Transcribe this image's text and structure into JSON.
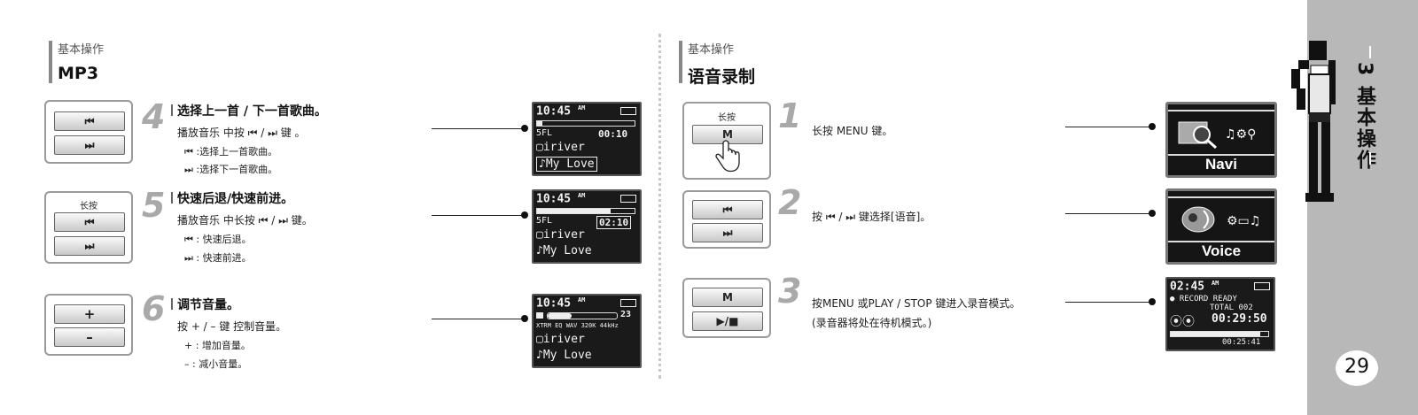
{
  "left": {
    "section_small": "基本操作",
    "section_big": "MP3",
    "steps": [
      {
        "num": "4",
        "title": "选择上一首 / 下一首歌曲。",
        "line": "播放音乐 中按 ⏮ / ⏭ 键 。",
        "subs": [
          "⏮ :选择上一首歌曲。",
          "⏭ :选择下一首歌曲。"
        ],
        "panel_label": "",
        "buttons": [
          "⏮",
          "⏭"
        ],
        "screen": {
          "time": "10:45",
          "ampm": "AM",
          "r2a": "5FL",
          "r2b": "00:10",
          "r3": "iriver",
          "r4": "My Love",
          "progress": 0.05
        }
      },
      {
        "num": "5",
        "title": "快速后退/快速前进。",
        "line": "播放音乐 中长按 ⏮ / ⏭ 键。",
        "subs": [
          "⏮ : 快速后退。",
          "⏭ : 快速前进。"
        ],
        "panel_label": "长按",
        "buttons": [
          "⏮",
          "⏭"
        ],
        "screen": {
          "time": "10:45",
          "ampm": "AM",
          "r2a": "5FL",
          "r2b": "02:10",
          "r3": "iriver",
          "r4": "My Love",
          "progress": 0.75
        }
      },
      {
        "num": "6",
        "title": "调节音量。",
        "line": "按 + / – 键 控制音量。",
        "subs": [
          "+     : 增加音量。",
          "–     : 减小音量。"
        ],
        "panel_label": "",
        "buttons": [
          "+",
          "–"
        ],
        "screen": {
          "time": "10:45",
          "ampm": "AM",
          "vol": "23",
          "r2": "XTRM EQ  WAV 320K 44kHz",
          "r3": "iriver",
          "r4": "My Love",
          "volume": 0.35
        }
      }
    ]
  },
  "right": {
    "section_small": "基本操作",
    "section_big": "语音录制",
    "steps": [
      {
        "num": "1",
        "line1": "长按 MENU 键。",
        "line2": "",
        "panel_label": "长按",
        "buttons": [
          "M"
        ],
        "screen": {
          "label": "Navi"
        }
      },
      {
        "num": "2",
        "line1": "按 ⏮ / ⏭  键选择[语音]。",
        "line2": "",
        "panel_label": "",
        "buttons": [
          "⏮",
          "⏭"
        ],
        "screen": {
          "label": "Voice"
        }
      },
      {
        "num": "3",
        "line1": "按MENU 或PLAY / STOP 键进入录音模式。",
        "line2": "(录音器将处在待机模式。)",
        "panel_label": "",
        "buttons": [
          "M",
          "▶/■"
        ],
        "screen": {
          "time": "02:45",
          "ampm": "AM",
          "r2": "● RECORD READY",
          "r3": "TOTAL 002",
          "r4": "00:29:50",
          "r5": "00:25:41",
          "progress": 0.92
        }
      }
    ]
  },
  "side_tab": {
    "chapter": "3 基本操作"
  },
  "page_number": "29",
  "colors": {
    "accent_gray": "#b8b8b8",
    "lcd_bg": "#1a1a1a"
  }
}
